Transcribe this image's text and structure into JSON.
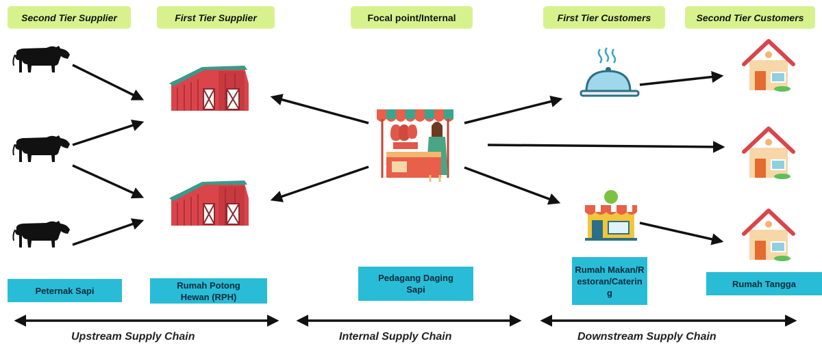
{
  "tiers": {
    "second_supplier": "Second Tier Supplier",
    "first_supplier": "First Tier Supplier",
    "focal": "Focal point/Internal",
    "first_customers": "First Tier Customers",
    "second_customers": "Second Tier Customers"
  },
  "labels": {
    "peternak": "Peternak Sapi",
    "rph": "Rumah Potong Hewan (RPH)",
    "pedagang": "Pedagang Daging Sapi",
    "rumah_makan": "Rumah Makan/Restoran/Catering",
    "rumah_tangga": "Rumah Tangga"
  },
  "chains": {
    "upstream": "Upstream Supply Chain",
    "internal": "Internal Supply Chain",
    "downstream": "Downstream Supply Chain"
  },
  "colors": {
    "tier_bg": "#d7f28d",
    "label_bg": "#29bcd6",
    "barn": "#d9454b",
    "house_roof": "#d9454b"
  },
  "icons": [
    "cow-icon",
    "barn-icon",
    "market-stall-icon",
    "food-cloche-icon",
    "restaurant-icon",
    "house-icon"
  ]
}
